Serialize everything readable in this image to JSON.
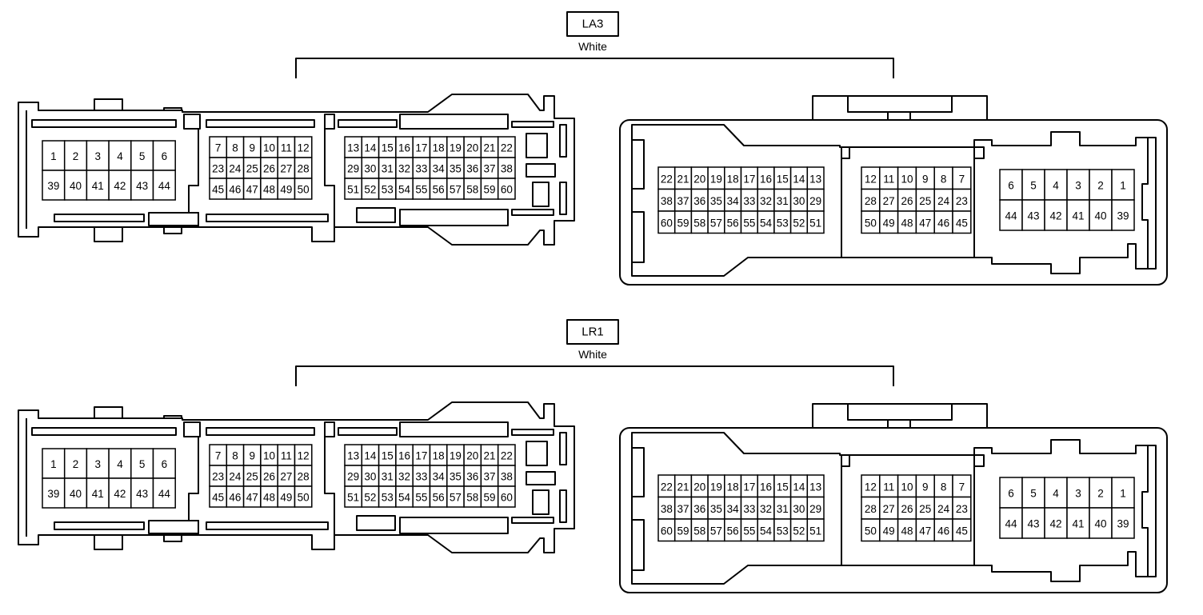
{
  "connectors": [
    {
      "code": "LA3",
      "color": "White",
      "front": {
        "block1": [
          [
            "1",
            "2",
            "3",
            "4",
            "5",
            "6"
          ],
          [
            "39",
            "40",
            "41",
            "42",
            "43",
            "44"
          ]
        ],
        "block2": [
          [
            "7",
            "8",
            "9",
            "10",
            "11",
            "12"
          ],
          [
            "23",
            "24",
            "25",
            "26",
            "27",
            "28"
          ],
          [
            "45",
            "46",
            "47",
            "48",
            "49",
            "50"
          ]
        ],
        "block3": [
          [
            "13",
            "14",
            "15",
            "16",
            "17",
            "18",
            "19",
            "20",
            "21",
            "22"
          ],
          [
            "29",
            "30",
            "31",
            "32",
            "33",
            "34",
            "35",
            "36",
            "37",
            "38"
          ],
          [
            "51",
            "52",
            "53",
            "54",
            "55",
            "56",
            "57",
            "58",
            "59",
            "60"
          ]
        ]
      },
      "rear": {
        "block1": [
          [
            "22",
            "21",
            "20",
            "19",
            "18",
            "17",
            "16",
            "15",
            "14",
            "13"
          ],
          [
            "38",
            "37",
            "36",
            "35",
            "34",
            "33",
            "32",
            "31",
            "30",
            "29"
          ],
          [
            "60",
            "59",
            "58",
            "57",
            "56",
            "55",
            "54",
            "53",
            "52",
            "51"
          ]
        ],
        "block2": [
          [
            "12",
            "11",
            "10",
            "9",
            "8",
            "7"
          ],
          [
            "28",
            "27",
            "26",
            "25",
            "24",
            "23"
          ],
          [
            "50",
            "49",
            "48",
            "47",
            "46",
            "45"
          ]
        ],
        "block3": [
          [
            "6",
            "5",
            "4",
            "3",
            "2",
            "1"
          ],
          [
            "44",
            "43",
            "42",
            "41",
            "40",
            "39"
          ]
        ]
      }
    },
    {
      "code": "LR1",
      "color": "White",
      "front": {
        "block1": [
          [
            "1",
            "2",
            "3",
            "4",
            "5",
            "6"
          ],
          [
            "39",
            "40",
            "41",
            "42",
            "43",
            "44"
          ]
        ],
        "block2": [
          [
            "7",
            "8",
            "9",
            "10",
            "11",
            "12"
          ],
          [
            "23",
            "24",
            "25",
            "26",
            "27",
            "28"
          ],
          [
            "45",
            "46",
            "47",
            "48",
            "49",
            "50"
          ]
        ],
        "block3": [
          [
            "13",
            "14",
            "15",
            "16",
            "17",
            "18",
            "19",
            "20",
            "21",
            "22"
          ],
          [
            "29",
            "30",
            "31",
            "32",
            "33",
            "34",
            "35",
            "36",
            "37",
            "38"
          ],
          [
            "51",
            "52",
            "53",
            "54",
            "55",
            "56",
            "57",
            "58",
            "59",
            "60"
          ]
        ]
      },
      "rear": {
        "block1": [
          [
            "22",
            "21",
            "20",
            "19",
            "18",
            "17",
            "16",
            "15",
            "14",
            "13"
          ],
          [
            "38",
            "37",
            "36",
            "35",
            "34",
            "33",
            "32",
            "31",
            "30",
            "29"
          ],
          [
            "60",
            "59",
            "58",
            "57",
            "56",
            "55",
            "54",
            "53",
            "52",
            "51"
          ]
        ],
        "block2": [
          [
            "12",
            "11",
            "10",
            "9",
            "8",
            "7"
          ],
          [
            "28",
            "27",
            "26",
            "25",
            "24",
            "23"
          ],
          [
            "50",
            "49",
            "48",
            "47",
            "46",
            "45"
          ]
        ],
        "block3": [
          [
            "6",
            "5",
            "4",
            "3",
            "2",
            "1"
          ],
          [
            "44",
            "43",
            "42",
            "41",
            "40",
            "39"
          ]
        ]
      }
    }
  ]
}
